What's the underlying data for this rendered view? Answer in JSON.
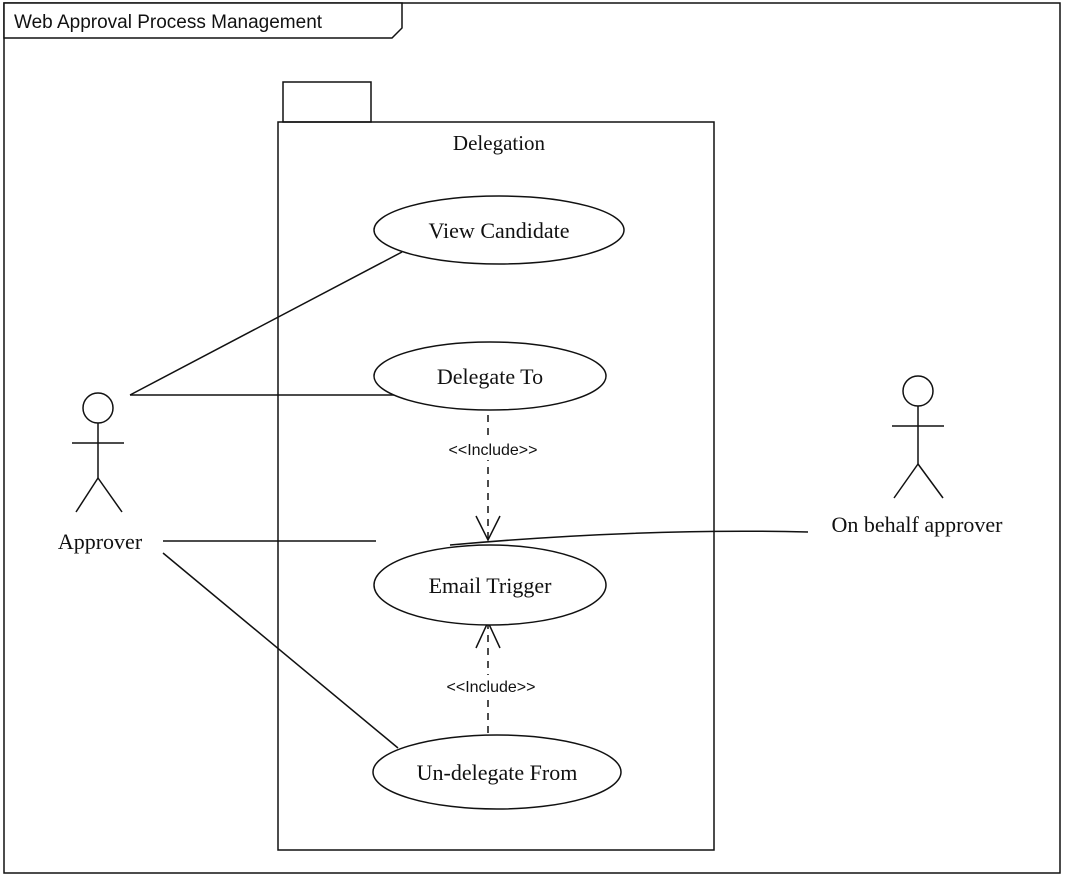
{
  "frame": {
    "title": "Web Approval Process Management"
  },
  "package": {
    "name": "Delegation"
  },
  "use_cases": {
    "view_candidate": "View Candidate",
    "delegate_to": "Delegate To",
    "email_trigger": "Email Trigger",
    "undelegate_from": "Un-delegate From"
  },
  "actors": {
    "approver": "Approver",
    "on_behalf_approver": "On behalf approver"
  },
  "relations": {
    "include_top": "<<Include>>",
    "include_bottom": "<<Include>>"
  },
  "colors": {
    "line": "#111111",
    "background": "#ffffff"
  }
}
